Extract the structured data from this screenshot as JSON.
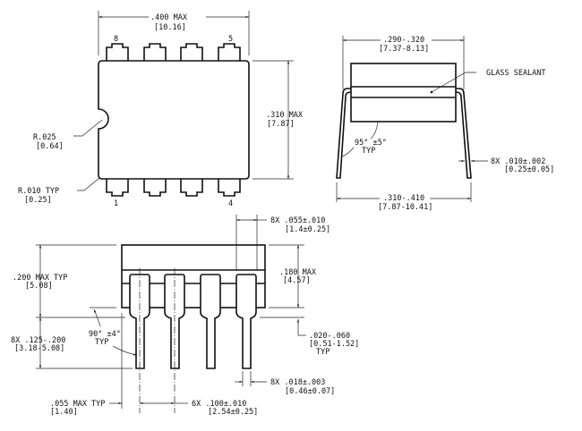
{
  "top_view": {
    "width_dim": ".400  MAX",
    "width_dim_mm": "[10.16]",
    "height_dim": ".310  MAX",
    "height_dim_mm": "[7.87]",
    "notch_radius": "R.025",
    "notch_radius_mm": "[0.64]",
    "corner_radius": "R.010  TYP",
    "corner_radius_mm": "[0.25]",
    "pin_labels": {
      "pin8": "8",
      "pin5": "5",
      "pin1": "1",
      "pin4": "4"
    }
  },
  "side_view": {
    "body_width": ".290-.320",
    "body_width_mm": "[7.37-8.13]",
    "sealant_label": "GLASS SEALANT",
    "lead_angle": "95° ±5°",
    "lead_angle_typ": "TYP",
    "lead_thickness": "8X  .010±.002",
    "lead_thickness_mm": "[0.25±0.05]",
    "lead_span": ".310-.410",
    "lead_span_mm": "[7.87-10.41]"
  },
  "front_view": {
    "pin_shoulder": "8X  .055±.010",
    "pin_shoulder_mm": "[1.4±0.25]",
    "overall_height": ".200 MAX TYP",
    "overall_height_mm": "[5.08]",
    "body_height": ".180  MAX",
    "body_height_mm": "[4.57]",
    "lead_length": "8X  .125-.200",
    "lead_length_mm": "[3.18-5.08]",
    "pin_angle": "90° ±4°",
    "pin_angle_typ": "TYP",
    "standoff": ".020-.060",
    "standoff_mm": "[0.51-1.52]",
    "standoff_typ": "TYP",
    "lead_width": "8X  .018±.003",
    "lead_width_mm": "[0.46±0.07]",
    "end_offset": ".055 MAX TYP",
    "end_offset_mm": "[1.40]",
    "pitch": "6X  .100±.010",
    "pitch_mm": "[2.54±0.25]"
  }
}
